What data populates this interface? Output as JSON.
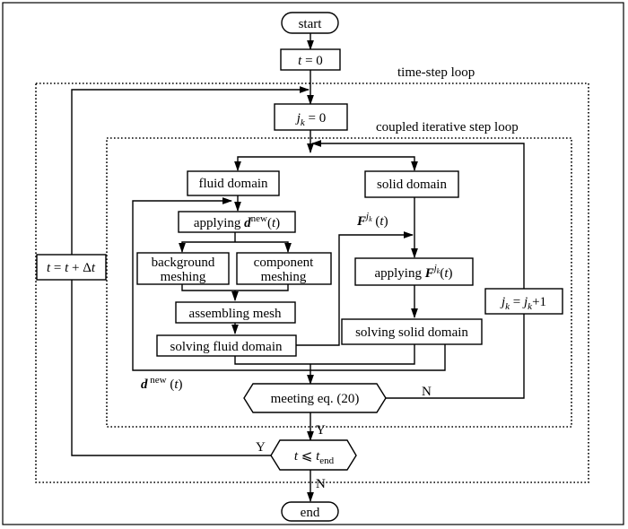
{
  "nodes": {
    "start": "start",
    "t_init": "t = 0",
    "jk_init": "j = 0",
    "fluid_domain": "fluid domain",
    "solid_domain": "solid domain",
    "applying_d": "applying d new (t)",
    "background_meshing": "background meshing",
    "component_meshing": "component meshing",
    "assembling_mesh": "assembling mesh",
    "solving_fluid": "solving fluid domain",
    "applying_F": "applying F (t)",
    "solving_solid": "solving solid domain",
    "jk_increment": "j = j + 1",
    "t_increment": "t = t + Δt",
    "meeting_eq": "meeting eq. (20)",
    "t_condition": "t ⩽ t end",
    "end": "end"
  },
  "loops": {
    "time_step": "time-step loop",
    "coupled_iterative": "coupled iterative step loop"
  },
  "edge_labels": {
    "F_transfer": "F (t)",
    "d_transfer": "d new (t)",
    "meeting_no": "N",
    "meeting_yes": "Y",
    "t_yes": "Y",
    "t_no": "N"
  }
}
